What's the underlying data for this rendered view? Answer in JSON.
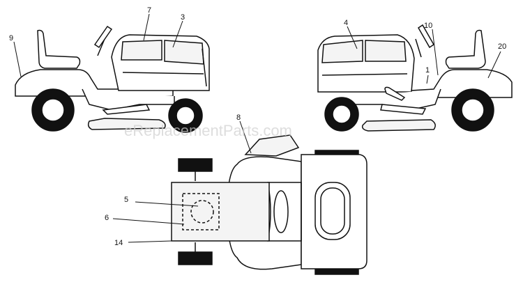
{
  "diagram": {
    "callouts": {
      "c1": "1",
      "c3": "3",
      "c4": "4",
      "c5": "5",
      "c6": "6",
      "c7": "7",
      "c8": "8",
      "c9": "9",
      "c10": "10",
      "c14": "14",
      "c20": "20"
    },
    "watermark": "eReplacementParts.com",
    "colors": {
      "ink": "#111111",
      "tire": "#111111",
      "paper": "#ffffff",
      "fill": "#f4f4f4",
      "watermark": "#cfcfcf"
    }
  }
}
